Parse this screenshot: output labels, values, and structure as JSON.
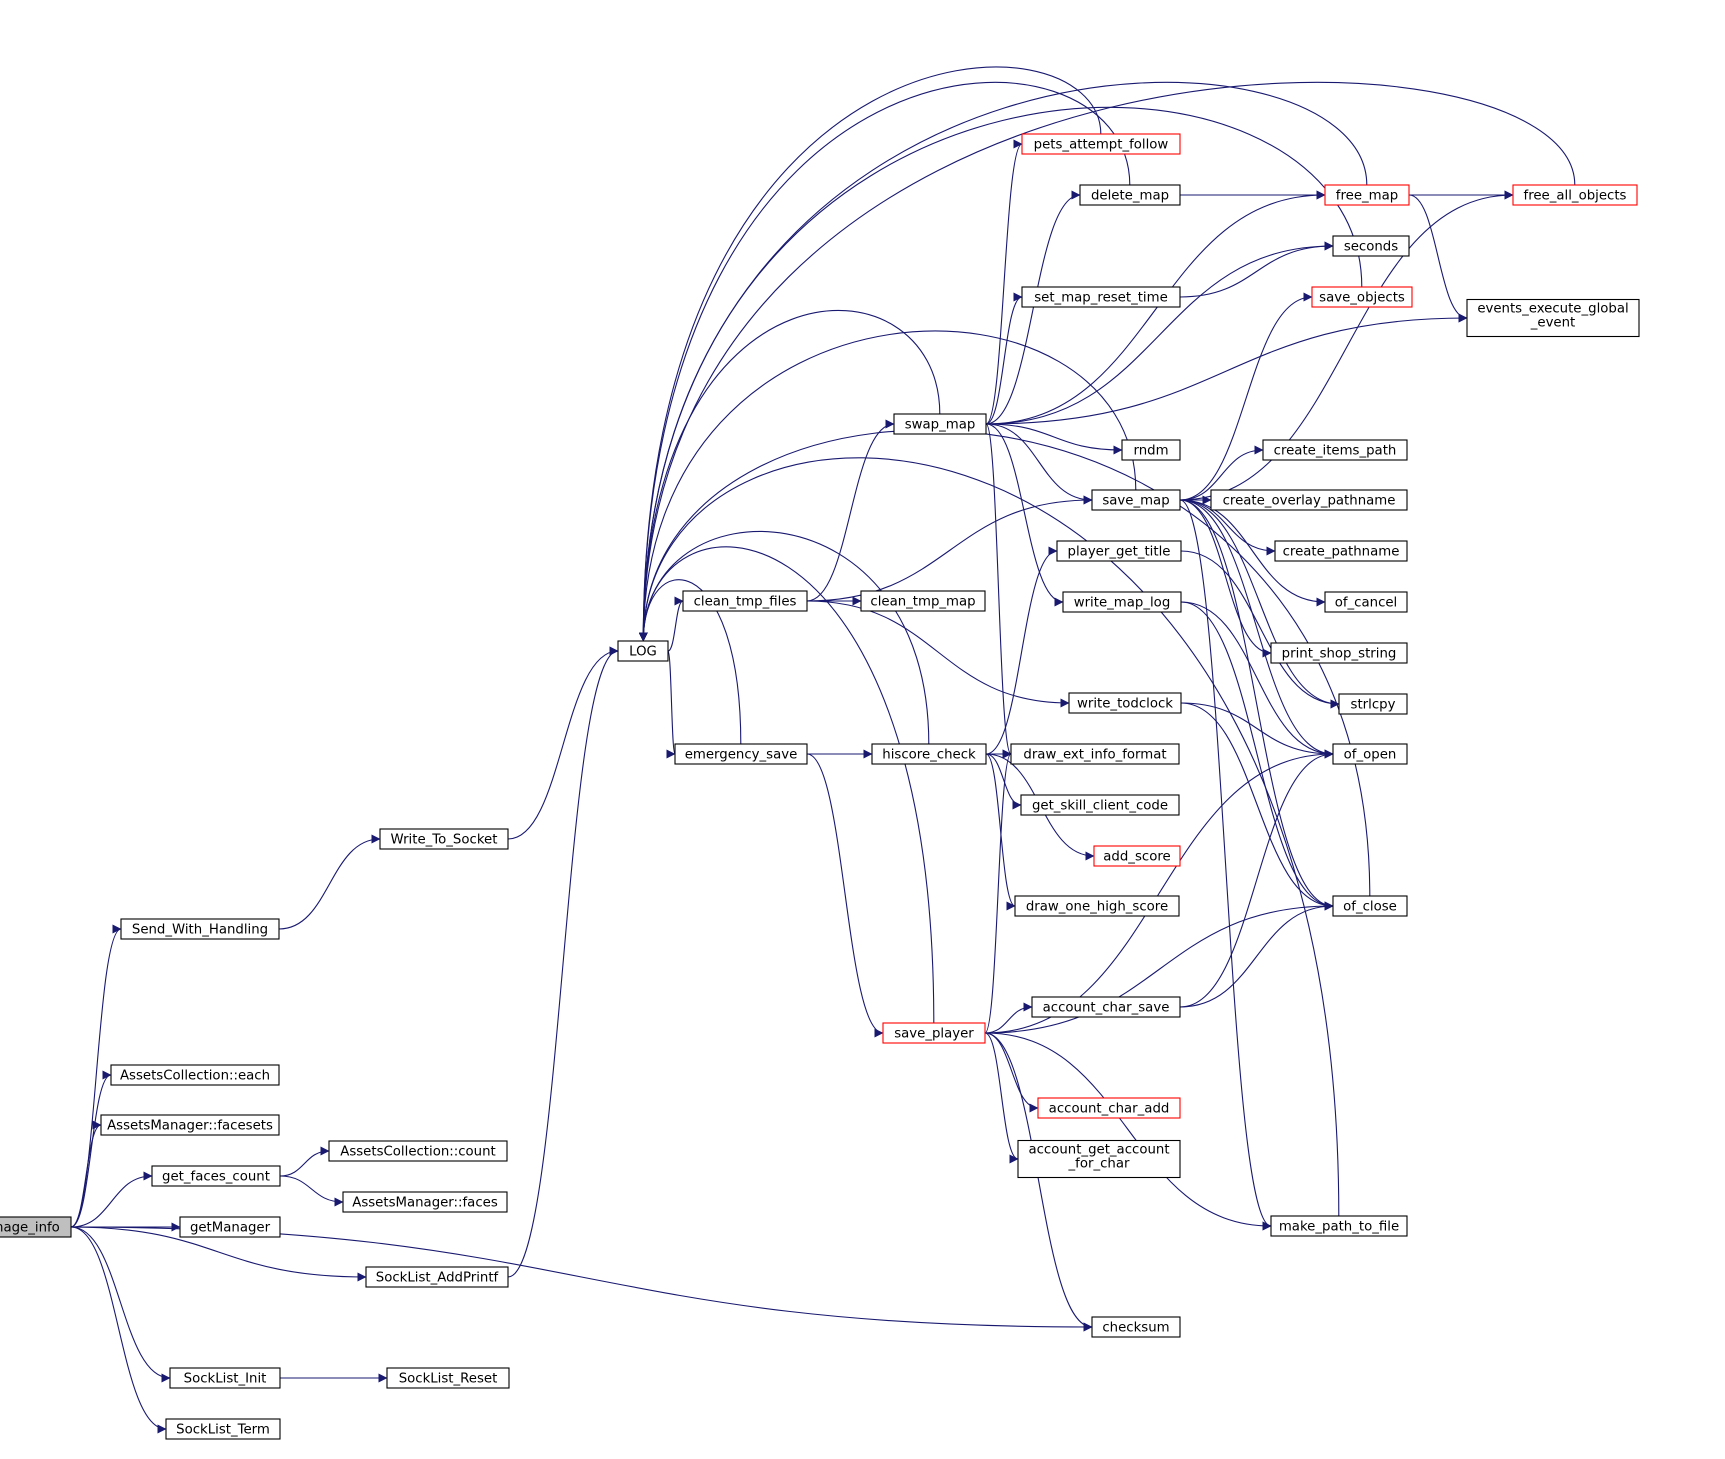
{
  "diagram": {
    "type": "call-graph",
    "root": "send_image_info",
    "nodes": [
      {
        "id": "send_image_info",
        "lines": [
          "send_image_info"
        ],
        "style": "root"
      },
      {
        "id": "Send_With_Handling",
        "lines": [
          "Send_With_Handling"
        ]
      },
      {
        "id": "Write_To_Socket",
        "lines": [
          "Write_To_Socket"
        ]
      },
      {
        "id": "LOG",
        "lines": [
          "LOG"
        ]
      },
      {
        "id": "clean_tmp_files",
        "lines": [
          "clean_tmp_files"
        ]
      },
      {
        "id": "clean_tmp_map",
        "lines": [
          "clean_tmp_map"
        ]
      },
      {
        "id": "swap_map",
        "lines": [
          "swap_map"
        ]
      },
      {
        "id": "pets_attempt_follow",
        "lines": [
          "pets_attempt_follow"
        ],
        "style": "red"
      },
      {
        "id": "delete_map",
        "lines": [
          "delete_map"
        ]
      },
      {
        "id": "free_map",
        "lines": [
          "free_map"
        ],
        "style": "red"
      },
      {
        "id": "free_all_objects",
        "lines": [
          "free_all_objects"
        ],
        "style": "red"
      },
      {
        "id": "seconds",
        "lines": [
          "seconds"
        ]
      },
      {
        "id": "set_map_reset_time",
        "lines": [
          "set_map_reset_time"
        ]
      },
      {
        "id": "save_objects",
        "lines": [
          "save_objects"
        ],
        "style": "red"
      },
      {
        "id": "events_execute_global_event",
        "lines": [
          "events_execute_global",
          "_event"
        ]
      },
      {
        "id": "rndm",
        "lines": [
          "rndm"
        ]
      },
      {
        "id": "save_map",
        "lines": [
          "save_map"
        ]
      },
      {
        "id": "create_items_path",
        "lines": [
          "create_items_path"
        ]
      },
      {
        "id": "create_overlay_pathname",
        "lines": [
          "create_overlay_pathname"
        ]
      },
      {
        "id": "create_pathname",
        "lines": [
          "create_pathname"
        ]
      },
      {
        "id": "of_cancel",
        "lines": [
          "of_cancel"
        ]
      },
      {
        "id": "print_shop_string",
        "lines": [
          "print_shop_string"
        ]
      },
      {
        "id": "strlcpy",
        "lines": [
          "strlcpy"
        ]
      },
      {
        "id": "of_open",
        "lines": [
          "of_open"
        ]
      },
      {
        "id": "of_close",
        "lines": [
          "of_close"
        ]
      },
      {
        "id": "player_get_title",
        "lines": [
          "player_get_title"
        ]
      },
      {
        "id": "write_map_log",
        "lines": [
          "write_map_log"
        ]
      },
      {
        "id": "write_todclock",
        "lines": [
          "write_todclock"
        ]
      },
      {
        "id": "emergency_save",
        "lines": [
          "emergency_save"
        ]
      },
      {
        "id": "hiscore_check",
        "lines": [
          "hiscore_check"
        ]
      },
      {
        "id": "draw_ext_info_format",
        "lines": [
          "draw_ext_info_format"
        ]
      },
      {
        "id": "get_skill_client_code",
        "lines": [
          "get_skill_client_code"
        ]
      },
      {
        "id": "add_score",
        "lines": [
          "add_score"
        ],
        "style": "red"
      },
      {
        "id": "draw_one_high_score",
        "lines": [
          "draw_one_high_score"
        ]
      },
      {
        "id": "save_player",
        "lines": [
          "save_player"
        ],
        "style": "red"
      },
      {
        "id": "account_char_save",
        "lines": [
          "account_char_save"
        ]
      },
      {
        "id": "account_char_add",
        "lines": [
          "account_char_add"
        ],
        "style": "red"
      },
      {
        "id": "account_get_account_for_char",
        "lines": [
          "account_get_account",
          "_for_char"
        ]
      },
      {
        "id": "make_path_to_file",
        "lines": [
          "make_path_to_file"
        ]
      },
      {
        "id": "checksum",
        "lines": [
          "checksum"
        ]
      },
      {
        "id": "AssetsCollection_each",
        "lines": [
          "AssetsCollection::each"
        ]
      },
      {
        "id": "AssetsManager_facesets",
        "lines": [
          "AssetsManager::facesets"
        ]
      },
      {
        "id": "get_faces_count",
        "lines": [
          "get_faces_count"
        ]
      },
      {
        "id": "AssetsCollection_count",
        "lines": [
          "AssetsCollection::count"
        ]
      },
      {
        "id": "AssetsManager_faces",
        "lines": [
          "AssetsManager::faces"
        ]
      },
      {
        "id": "getManager",
        "lines": [
          "getManager"
        ]
      },
      {
        "id": "SockList_AddPrintf",
        "lines": [
          "SockList_AddPrintf"
        ]
      },
      {
        "id": "SockList_Init",
        "lines": [
          "SockList_Init"
        ]
      },
      {
        "id": "SockList_Reset",
        "lines": [
          "SockList_Reset"
        ]
      },
      {
        "id": "SockList_Term",
        "lines": [
          "SockList_Term"
        ]
      }
    ],
    "edges": [
      [
        "send_image_info",
        "Send_With_Handling"
      ],
      [
        "send_image_info",
        "AssetsCollection_each"
      ],
      [
        "send_image_info",
        "AssetsManager_facesets"
      ],
      [
        "send_image_info",
        "get_faces_count"
      ],
      [
        "send_image_info",
        "getManager"
      ],
      [
        "send_image_info",
        "SockList_AddPrintf"
      ],
      [
        "send_image_info",
        "checksum"
      ],
      [
        "send_image_info",
        "SockList_Init"
      ],
      [
        "send_image_info",
        "SockList_Term"
      ],
      [
        "Send_With_Handling",
        "Write_To_Socket"
      ],
      [
        "Write_To_Socket",
        "LOG"
      ],
      [
        "get_faces_count",
        "AssetsCollection_count"
      ],
      [
        "get_faces_count",
        "AssetsManager_faces"
      ],
      [
        "SockList_AddPrintf",
        "LOG"
      ],
      [
        "SockList_Init",
        "SockList_Reset"
      ],
      [
        "LOG",
        "clean_tmp_files"
      ],
      [
        "LOG",
        "emergency_save"
      ],
      [
        "clean_tmp_files",
        "clean_tmp_map"
      ],
      [
        "clean_tmp_files",
        "swap_map"
      ],
      [
        "clean_tmp_files",
        "save_map"
      ],
      [
        "clean_tmp_files",
        "write_todclock"
      ],
      [
        "swap_map",
        "LOG"
      ],
      [
        "swap_map",
        "pets_attempt_follow"
      ],
      [
        "swap_map",
        "delete_map"
      ],
      [
        "swap_map",
        "free_map"
      ],
      [
        "swap_map",
        "set_map_reset_time"
      ],
      [
        "swap_map",
        "seconds"
      ],
      [
        "swap_map",
        "events_execute_global_event"
      ],
      [
        "swap_map",
        "rndm"
      ],
      [
        "swap_map",
        "save_map"
      ],
      [
        "swap_map",
        "write_map_log"
      ],
      [
        "swap_map",
        "draw_ext_info_format"
      ],
      [
        "pets_attempt_follow",
        "LOG"
      ],
      [
        "delete_map",
        "LOG"
      ],
      [
        "delete_map",
        "free_map"
      ],
      [
        "free_map",
        "free_all_objects"
      ],
      [
        "free_map",
        "events_execute_global_event"
      ],
      [
        "free_map",
        "LOG"
      ],
      [
        "free_all_objects",
        "LOG"
      ],
      [
        "set_map_reset_time",
        "seconds"
      ],
      [
        "save_objects",
        "LOG"
      ],
      [
        "save_map",
        "LOG"
      ],
      [
        "save_map",
        "save_objects"
      ],
      [
        "save_map",
        "free_all_objects"
      ],
      [
        "save_map",
        "create_items_path"
      ],
      [
        "save_map",
        "create_overlay_pathname"
      ],
      [
        "save_map",
        "create_pathname"
      ],
      [
        "save_map",
        "of_cancel"
      ],
      [
        "save_map",
        "print_shop_string"
      ],
      [
        "save_map",
        "strlcpy"
      ],
      [
        "save_map",
        "of_open"
      ],
      [
        "save_map",
        "of_close"
      ],
      [
        "save_map",
        "make_path_to_file"
      ],
      [
        "write_map_log",
        "of_open"
      ],
      [
        "write_map_log",
        "of_close"
      ],
      [
        "write_todclock",
        "of_open"
      ],
      [
        "write_todclock",
        "of_close"
      ],
      [
        "emergency_save",
        "LOG"
      ],
      [
        "emergency_save",
        "hiscore_check"
      ],
      [
        "emergency_save",
        "save_player"
      ],
      [
        "hiscore_check",
        "LOG"
      ],
      [
        "hiscore_check",
        "player_get_title"
      ],
      [
        "hiscore_check",
        "draw_ext_info_format"
      ],
      [
        "hiscore_check",
        "get_skill_client_code"
      ],
      [
        "hiscore_check",
        "add_score"
      ],
      [
        "hiscore_check",
        "draw_one_high_score"
      ],
      [
        "player_get_title",
        "strlcpy"
      ],
      [
        "save_player",
        "LOG"
      ],
      [
        "save_player",
        "draw_ext_info_format"
      ],
      [
        "save_player",
        "of_open"
      ],
      [
        "save_player",
        "account_char_save"
      ],
      [
        "save_player",
        "of_close"
      ],
      [
        "save_player",
        "account_char_add"
      ],
      [
        "save_player",
        "account_get_account_for_char"
      ],
      [
        "save_player",
        "make_path_to_file"
      ],
      [
        "save_player",
        "checksum"
      ],
      [
        "account_char_save",
        "of_open"
      ],
      [
        "account_char_save",
        "of_close"
      ],
      [
        "of_close",
        "LOG"
      ],
      [
        "make_path_to_file",
        "LOG"
      ]
    ]
  }
}
